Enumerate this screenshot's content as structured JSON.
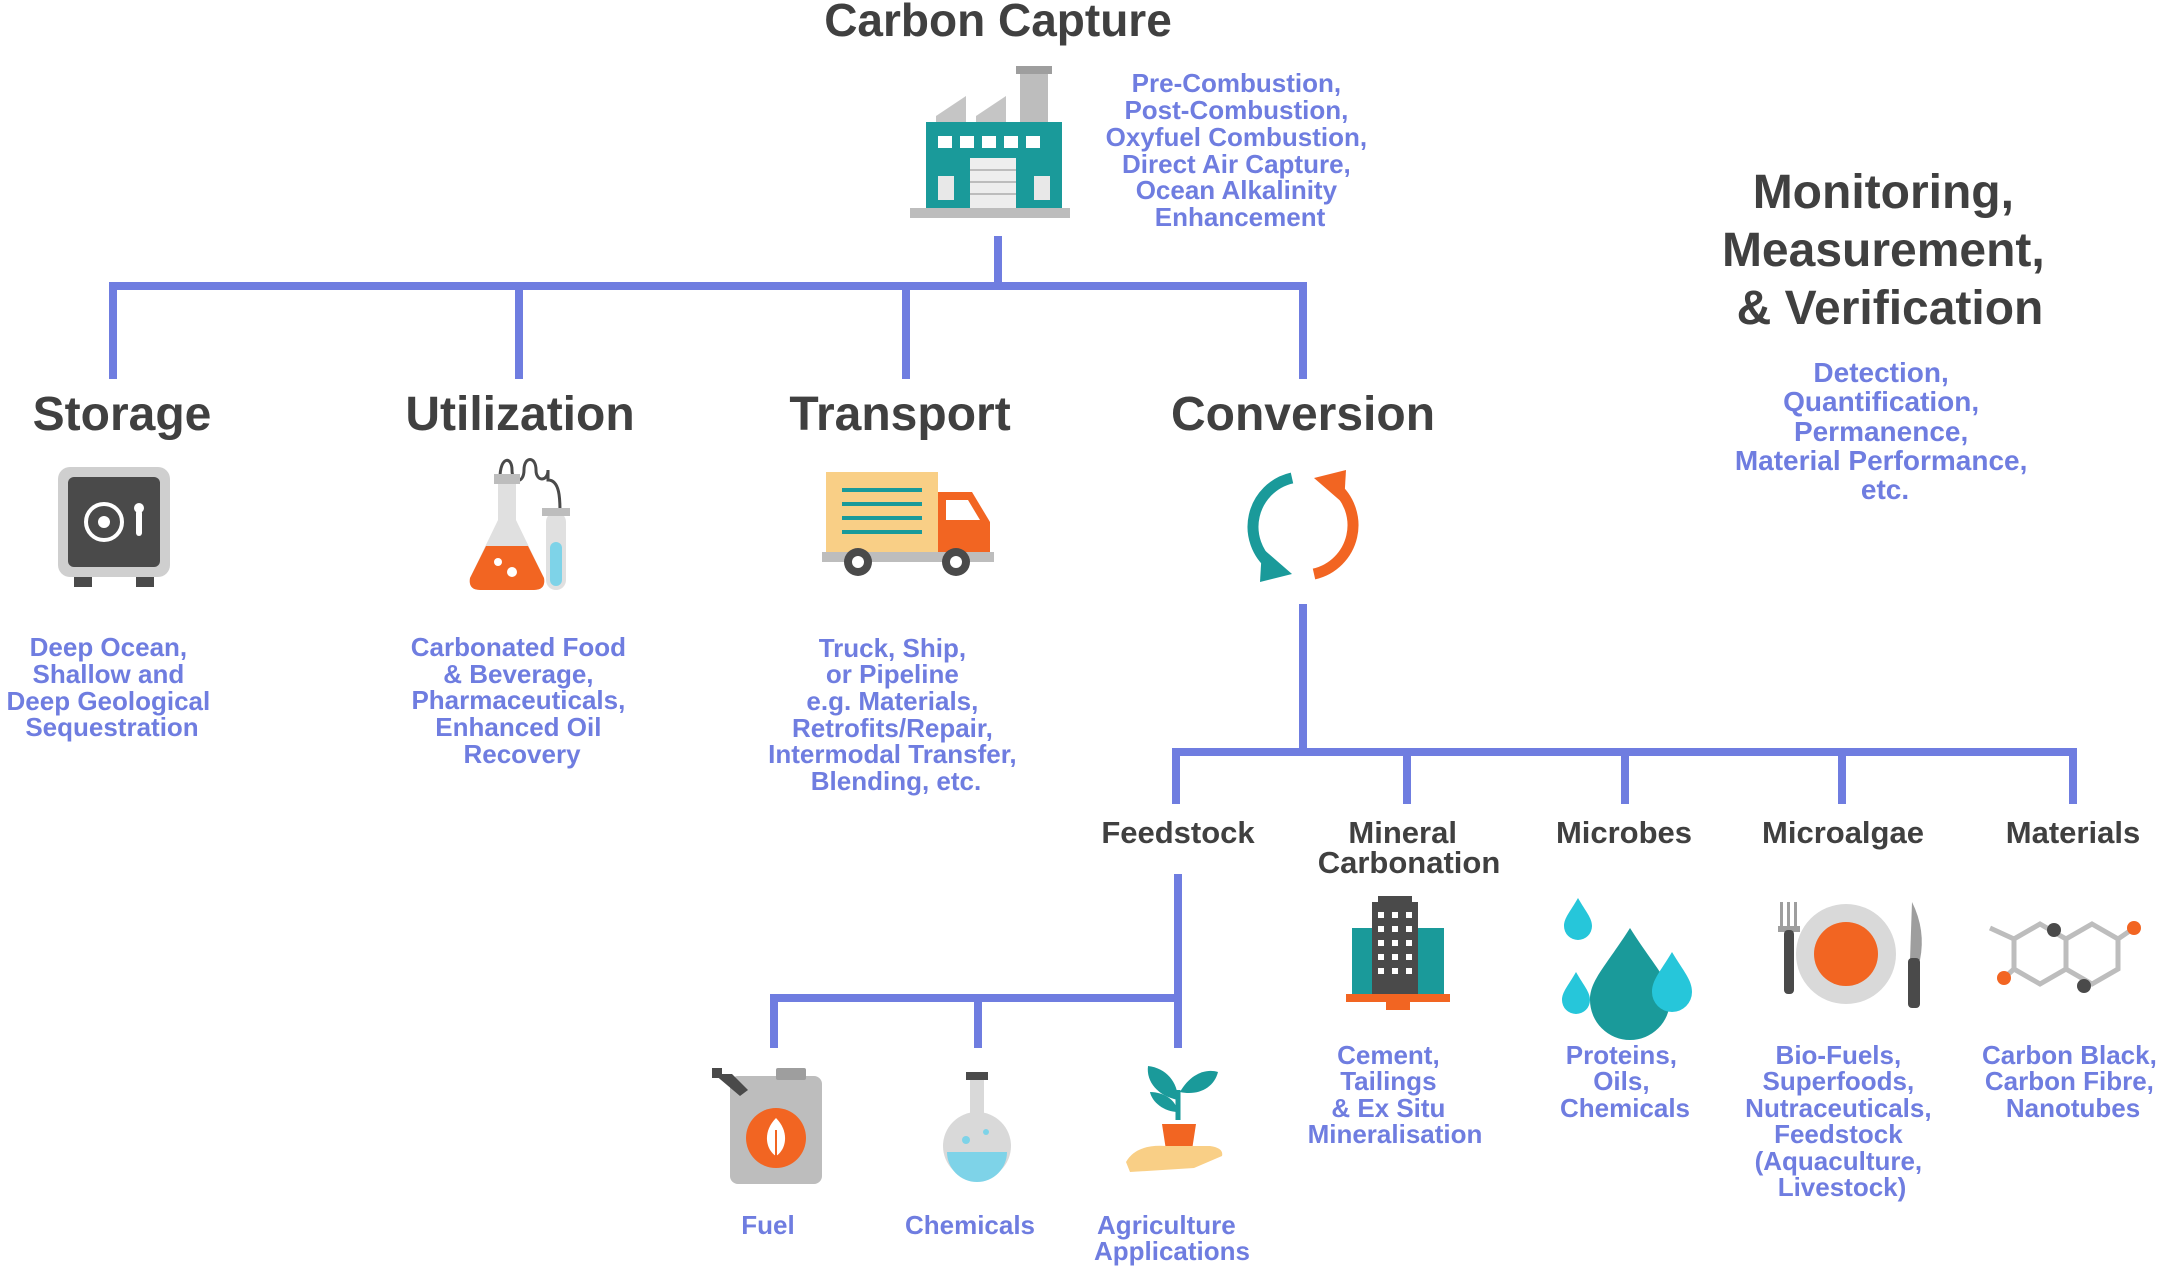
{
  "root": {
    "title": "Carbon Capture",
    "desc": [
      "Pre-Combustion,",
      "Post-Combustion,",
      "Oxyfuel Combustion,",
      "Direct Air Capture,",
      "Ocean Alkalinity",
      "Enhancement"
    ]
  },
  "mmv": {
    "title": [
      "Monitoring,",
      "Measurement,",
      "& Verification"
    ],
    "desc": [
      "Detection,",
      "Quantification,",
      "Permanence,",
      "Material Performance,",
      "etc."
    ]
  },
  "categories": [
    {
      "title": "Storage",
      "icon": "safe-icon",
      "desc": [
        "Deep Ocean,",
        "Shallow and",
        "Deep Geological",
        "Sequestration"
      ]
    },
    {
      "title": "Utilization",
      "icon": "flask-icon",
      "desc": [
        "Carbonated Food",
        "& Beverage,",
        "Pharmaceuticals,",
        "Enhanced Oil",
        "Recovery"
      ]
    },
    {
      "title": "Transport",
      "icon": "truck-icon",
      "desc": [
        "Truck, Ship,",
        "or Pipeline",
        "e.g. Materials,",
        "Retrofits/Repair,",
        "Intermodal Transfer,",
        "Blending, etc."
      ]
    },
    {
      "title": "Conversion",
      "icon": "cycle-arrows-icon",
      "desc": []
    }
  ],
  "conversion_children": [
    {
      "title": [
        "Feedstock"
      ],
      "icon": "",
      "desc": []
    },
    {
      "title": [
        "Mineral",
        "Carbonation"
      ],
      "icon": "buildings-icon",
      "desc": [
        "Cement,",
        "Tailings",
        "& Ex Situ",
        "Mineralisation"
      ]
    },
    {
      "title": [
        "Microbes"
      ],
      "icon": "water-drops-icon",
      "desc": [
        "Proteins,",
        "Oils,",
        "Chemicals"
      ]
    },
    {
      "title": [
        "Microalgae"
      ],
      "icon": "plate-cutlery-icon",
      "desc": [
        "Bio-Fuels,",
        "Superfoods,",
        "Nutraceuticals,",
        "Feedstock",
        "(Aquaculture,",
        "Livestock)"
      ]
    },
    {
      "title": [
        "Materials"
      ],
      "icon": "molecule-icon",
      "desc": [
        "Carbon Black,",
        "Carbon Fibre,",
        "Nanotubes"
      ]
    }
  ],
  "feedstock_children": [
    {
      "title": [
        "Fuel"
      ],
      "icon": "fuel-can-icon"
    },
    {
      "title": [
        "Chemicals"
      ],
      "icon": "round-flask-icon"
    },
    {
      "title": [
        "Agriculture",
        "Applications"
      ],
      "icon": "plant-hand-icon"
    }
  ],
  "colors": {
    "connector": "#6f7de0",
    "heading": "#404040",
    "accent_orange": "#f26522",
    "accent_teal": "#1a9a9a"
  }
}
